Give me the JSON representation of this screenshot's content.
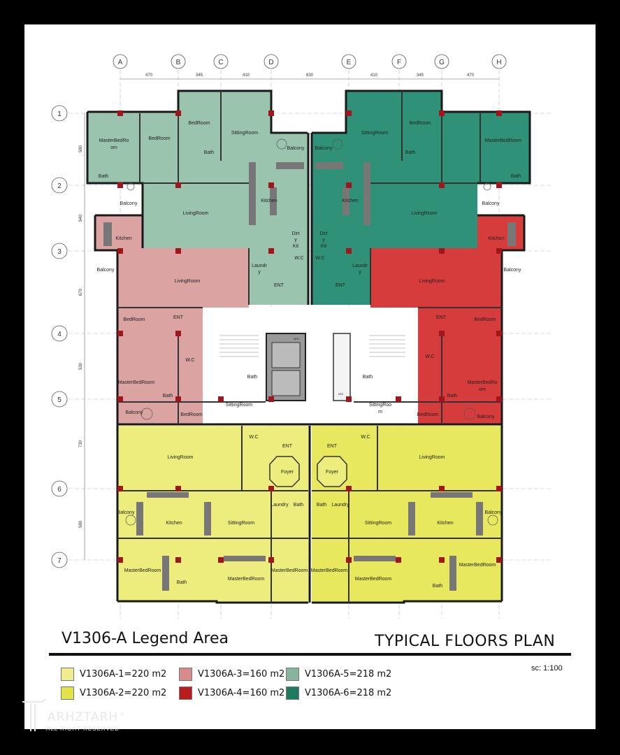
{
  "plan": {
    "axes_letters": [
      "A",
      "B",
      "C",
      "D",
      "E",
      "F",
      "G",
      "H"
    ],
    "axes_numbers": [
      "1",
      "2",
      "3",
      "4",
      "5",
      "6",
      "7"
    ],
    "dims_top": [
      "470",
      "345",
      "410",
      "630",
      "410",
      "345",
      "470"
    ],
    "dims_left": [
      "580",
      "540",
      "670",
      "530",
      "730",
      "580"
    ],
    "rooms": {
      "g_master": "MasterBedRo",
      "g_master2": "om",
      "g_bed": "BedRoom",
      "g_bed2": "BedRoom",
      "g_bath": "Bath",
      "g_bath2": "Bath",
      "g_sitting": "SittingRoom",
      "g_balcony": "Balcony",
      "g_living": "LivingRoom",
      "g_balcony2": "Balcony",
      "g_kitchen": "Kitchen",
      "g_dirty1": "Dirt",
      "g_dirty2": "y",
      "g_dirty3": "Kit",
      "g_wc": "W.C",
      "g_laundry1": "Laundr",
      "g_laundry2": "y",
      "g_ent": "ENT",
      "t_sitting": "SittingRoom",
      "t_bed": "BedRoom",
      "t_master": "MasterBedRoom",
      "t_bath": "Bath",
      "t_bath2": "Bath",
      "t_balcony": "Balcony",
      "t_balcony2": "Balcony",
      "t_living": "LivingRoom",
      "t_kitchen": "Kitchen",
      "t_dirty1": "Dirt",
      "t_dirty2": "y",
      "t_dirty3": "Kit",
      "t_wc": "W.C",
      "t_laundry1": "Laundr",
      "t_laundry2": "y",
      "t_ent": "ENT",
      "p_kitchen": "Kitchen",
      "p_balcony": "Balcony",
      "p_living": "LivingRoom",
      "p_bed": "BedRoom",
      "p_ent": "ENT",
      "p_wc": "W.C",
      "p_master": "MasterBedRoom",
      "p_bath": "Bath",
      "p_bath2": "Bath",
      "p_sitting": "SittingRoom",
      "p_balcony2": "Balcony",
      "p_bed2": "BedRoom",
      "r_kitchen": "Kitchen",
      "r_balcony": "Balcony",
      "r_living": "LivingRoom",
      "r_ent": "ENT",
      "r_bed": "BedRoom",
      "r_wc": "W.C",
      "r_master1": "MasterBedRo",
      "r_master2": "om",
      "r_bath": "Bath",
      "r_bath2": "Bath",
      "r_sitting1": "SittingRoo",
      "r_sitting2": "m",
      "r_bed2": "BedRoom",
      "r_balcony2": "Balcony",
      "core_mrc": "MRC",
      "core_mri": "MRI",
      "y1_living": "LivingRoom",
      "y1_wc": "W.C",
      "y1_ent": "ENT",
      "y1_foyer": "Foyer",
      "y1_balcony": "Balcony",
      "y1_kitchen": "Kitchen",
      "y1_sitting": "SittingRoom",
      "y1_laundry": "Laundry",
      "y1_bath": "Bath",
      "y1_master": "MasterBedRoom",
      "y1_bath2": "Bath",
      "y1_master2": "MasterBedRoom",
      "y1_master3": "MasterBedRoom",
      "y2_ent": "ENT",
      "y2_wc": "W.C",
      "y2_living": "LivingRoom",
      "y2_foyer": "Foyer",
      "y2_bath": "Bath",
      "y2_laundry": "Laundry",
      "y2_sitting": "SittingRoom",
      "y2_kitchen": "Kitchen",
      "y2_balcony": "Balcony",
      "y2_master": "MasterBedRoom",
      "y2_master2": "MasterBedRoom",
      "y2_bath2": "Bath",
      "y2_master3": "MasterBedRoom"
    }
  },
  "legend": {
    "title": "V1306-A Legend Area",
    "plan_title": "TYPICAL FLOORS PLAN",
    "scale": "sc: 1:100",
    "items": [
      {
        "label": "V1306A-1=220 m2",
        "color": "#eeee90"
      },
      {
        "label": "V1306A-2=220 m2",
        "color": "#e2e24a"
      },
      {
        "label": "V1306A-3=160 m2",
        "color": "#d98a8a"
      },
      {
        "label": "V1306A-4=160 m2",
        "color": "#b81c1c"
      },
      {
        "label": "V1306A-5=218 m2",
        "color": "#88b49c"
      },
      {
        "label": "V1306A-6=218 m2",
        "color": "#1f7a60"
      }
    ]
  },
  "logo": {
    "name": "ARHZTARH",
    "registered": "®",
    "subtitle": "ALL RIGHT RESERVED"
  },
  "colors": {
    "pale_green": "#9ac4ad",
    "dark_green": "#2f9278",
    "pink": "#dca3a3",
    "red": "#d63c3c",
    "yellow": "#eded7d",
    "wall": "#1a1a1a",
    "column": "#a0161c"
  }
}
